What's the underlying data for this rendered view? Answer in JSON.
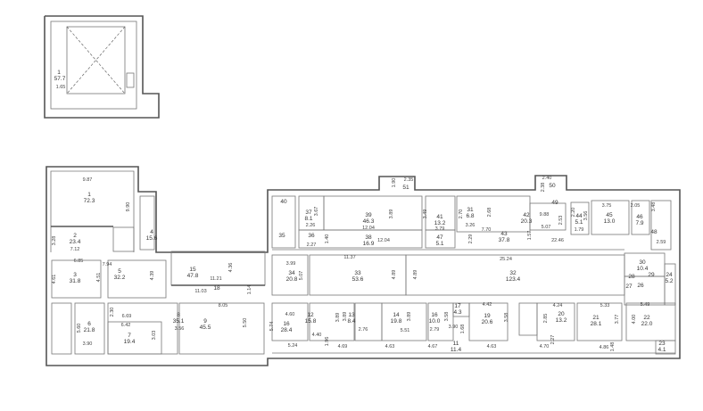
{
  "title": "Floor plan",
  "annex": {
    "room_no": "1",
    "area": "57.7",
    "dimension": "1.65"
  },
  "rooms": [
    {
      "no": "1",
      "area": "72.3"
    },
    {
      "no": "2",
      "area": "23.4"
    },
    {
      "no": "3",
      "area": "31.8"
    },
    {
      "no": "4",
      "area": "15.6"
    },
    {
      "no": "5",
      "area": "32.2"
    },
    {
      "no": "15",
      "area": "47.8"
    },
    {
      "no": "18",
      "area": ""
    },
    {
      "no": "6",
      "area": "21.8"
    },
    {
      "no": "7",
      "area": "19.4"
    },
    {
      "no": "8",
      "area": "35.1"
    },
    {
      "no": "9",
      "area": "45.5"
    },
    {
      "no": "40",
      "area": ""
    },
    {
      "no": "37",
      "area": "8.1"
    },
    {
      "no": "39",
      "area": "46.3"
    },
    {
      "no": "51",
      "area": ""
    },
    {
      "no": "41",
      "area": "13.2"
    },
    {
      "no": "31",
      "area": "6.8"
    },
    {
      "no": "38",
      "area": "16.9"
    },
    {
      "no": "35",
      "area": ""
    },
    {
      "no": "36",
      "area": ""
    },
    {
      "no": "47",
      "area": "5.1"
    },
    {
      "no": "34",
      "area": "20.8"
    },
    {
      "no": "33",
      "area": "53.6"
    },
    {
      "no": "32",
      "area": "123.4"
    },
    {
      "no": "16",
      "area": "28.4"
    },
    {
      "no": "12",
      "area": "15.8"
    },
    {
      "no": "13",
      "area": "8.4"
    },
    {
      "no": "14",
      "area": "19.8"
    },
    {
      "no": "16",
      "area": "10.0"
    },
    {
      "no": "17",
      "area": "4.3"
    },
    {
      "no": "19",
      "area": "20.6"
    },
    {
      "no": "11",
      "area": "11.4"
    },
    {
      "no": "42",
      "area": "20.3"
    },
    {
      "no": "43",
      "area": "37.8"
    },
    {
      "no": "49",
      "area": ""
    },
    {
      "no": "50",
      "area": ""
    },
    {
      "no": "44",
      "area": "5.1"
    },
    {
      "no": "45",
      "area": "13.0"
    },
    {
      "no": "46",
      "area": "7.9"
    },
    {
      "no": "48",
      "area": ""
    },
    {
      "no": "30",
      "area": "10.4"
    },
    {
      "no": "24",
      "area": "5.2"
    },
    {
      "no": "28",
      "area": ""
    },
    {
      "no": "29",
      "area": ""
    },
    {
      "no": "27",
      "area": ""
    },
    {
      "no": "26",
      "area": ""
    },
    {
      "no": "20",
      "area": "13.2"
    },
    {
      "no": "21",
      "area": "28.1"
    },
    {
      "no": "22",
      "area": "22.0"
    },
    {
      "no": "23",
      "area": "4.1"
    }
  ],
  "dimensions": [
    "9.87",
    "9.90",
    "3.28",
    "7.12",
    "6.85",
    "4.61",
    "4.51",
    "4.39",
    "7.94",
    "4.36",
    "11.21",
    "11.03",
    "1.14",
    "2.30",
    "6.69",
    "5.60",
    "3.90",
    "6.42",
    "3.03",
    "3.56",
    "8.05",
    "5.50",
    "2.35",
    "1.90",
    "3.67",
    "2.26",
    "3.89",
    "12.04",
    "1.40",
    "2.27",
    "12.04",
    "3.49",
    "3.79",
    "2.70",
    "3.26",
    "2.29",
    "2.68",
    "7.70",
    "9.88",
    "2.53",
    "5.07",
    "1.57",
    "22.46",
    "2.38",
    "2.40",
    "2.20",
    "1.79",
    "3.56",
    "3.75",
    "2.05",
    "3.48",
    "2.59",
    "3.99",
    "5.07",
    "11.37",
    "4.89",
    "4.89",
    "25.24",
    "4.60",
    "5.74",
    "4.40",
    "3.89",
    "3.89",
    "2.76",
    "5.51",
    "3.89",
    "2.79",
    "3.58",
    "3.90",
    "1.68",
    "4.42",
    "3.58",
    "4.24",
    "2.85",
    "2.27",
    "5.33",
    "3.77",
    "5.49",
    "4.00",
    "5.24",
    "1.96",
    "4.69",
    "4.63",
    "4.67",
    "4.63",
    "4.70",
    "4.86",
    "1.48"
  ]
}
